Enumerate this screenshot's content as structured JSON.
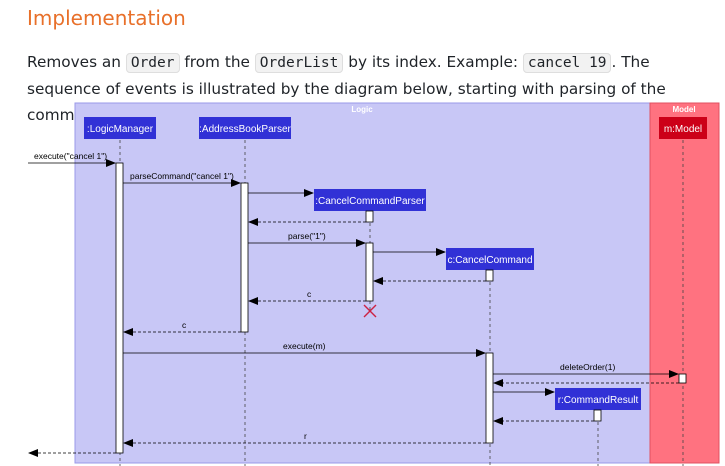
{
  "heading": "Implementation",
  "paragraph": {
    "p1": "Removes an ",
    "code1": "Order",
    "p2": " from the ",
    "code2": "OrderList",
    "p3": " by its index. Example: ",
    "code3": "cancel 19",
    "p4": ". The sequence of events is illustrated by the diagram below, starting with parsing of the command."
  },
  "diagram": {
    "frames": {
      "logic": "Logic",
      "model": "Model"
    },
    "participants": {
      "logic_manager": ":LogicManager",
      "address_book_parser": ":AddressBookParser",
      "cancel_command_parser": ":CancelCommandParser",
      "cancel_command": "c:CancelCommand",
      "command_result": "r:CommandResult",
      "model": "m:Model"
    },
    "messages": {
      "execute": "execute(\"cancel 1\")",
      "parse_command": "parseCommand(\"cancel 1\")",
      "parse": "parse(\"1\")",
      "return_c1": "c",
      "return_c2": "c",
      "execute_m": "execute(m)",
      "delete_order": "deleteOrder(1)",
      "return_r": "r"
    },
    "colors": {
      "logic_frame": "#c8c7f6",
      "model_frame": "#ff7280",
      "logic_box": "#3131d6",
      "model_box": "#cc0018",
      "destroy_mark": "#cc2244"
    }
  }
}
